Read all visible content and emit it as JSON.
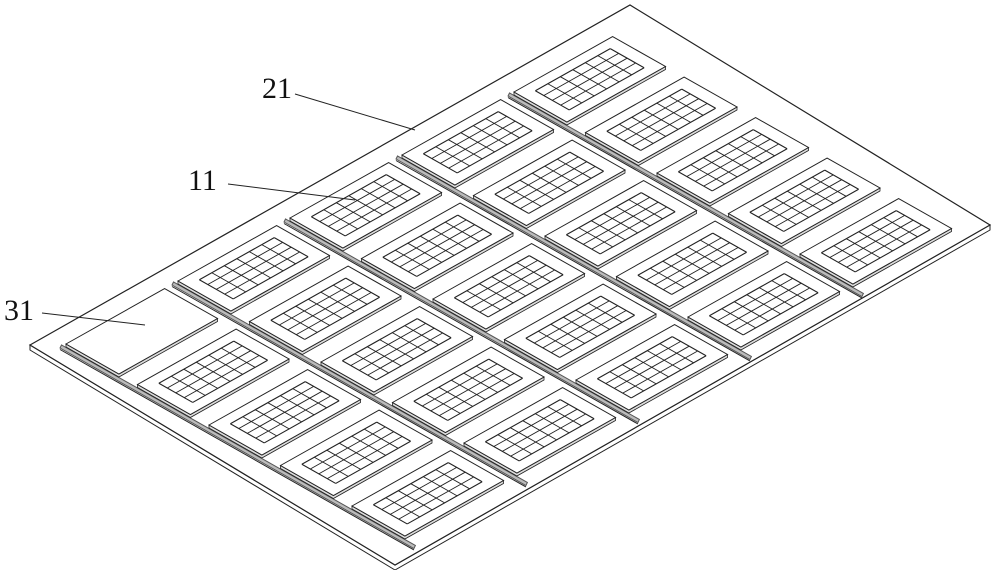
{
  "labels": {
    "plate": "21",
    "panel": "11",
    "block": "31"
  },
  "layout_info": {
    "columns": 5,
    "panels_per_column": 5,
    "grid_cols": 6,
    "grid_rows": 4
  },
  "colors": {
    "line": "#222222",
    "rail": "#555555",
    "background": "#ffffff"
  }
}
